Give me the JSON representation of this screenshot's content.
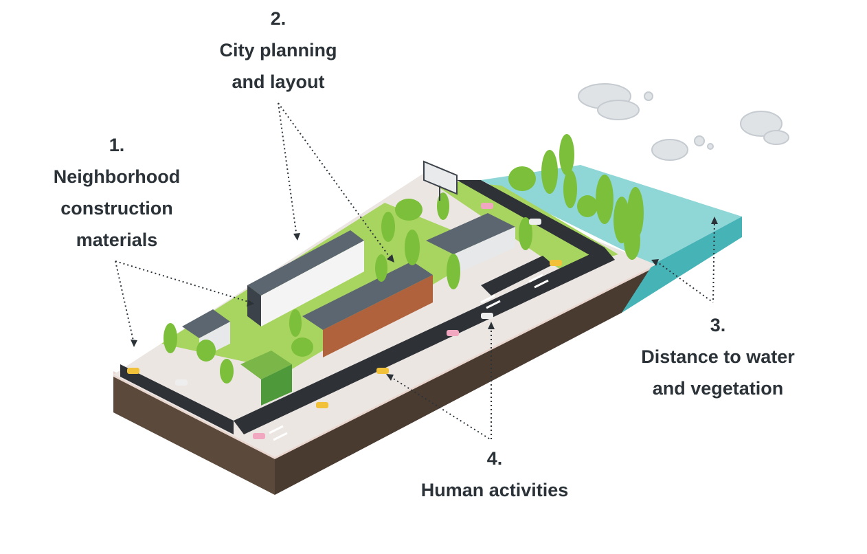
{
  "labels": {
    "l1": {
      "number": "1.",
      "lines": [
        "Neighborhood",
        "construction",
        "materials"
      ]
    },
    "l2": {
      "number": "2.",
      "lines": [
        "City planning",
        "and layout"
      ]
    },
    "l3": {
      "number": "3.",
      "lines": [
        "Distance to water",
        "and vegetation"
      ]
    },
    "l4": {
      "number": "4.",
      "lines": [
        "Human activities"
      ]
    }
  },
  "colors": {
    "text": "#2b3238",
    "water": "#58c2c4",
    "grass": "#a8d560",
    "road": "#2e3237",
    "sidewalk": "#e9d6cf",
    "soil": "#5b4a3c",
    "roof": "#5c6670",
    "tree": "#7cbf3a"
  },
  "icons": [
    "cloud-icon",
    "billboard-icon"
  ]
}
